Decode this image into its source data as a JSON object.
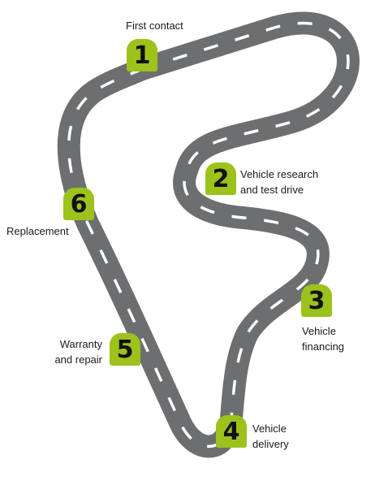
{
  "colors": {
    "road": "#6d6e70",
    "lane_marking": "#ffffff",
    "milestone": "#9cc21c",
    "text": "#1a1a1a"
  },
  "stages": [
    {
      "number": "1",
      "label_lines": [
        "First contact"
      ]
    },
    {
      "number": "2",
      "label_lines": [
        "Vehicle research",
        "and test drive"
      ]
    },
    {
      "number": "3",
      "label_lines": [
        "Vehicle",
        "financing"
      ]
    },
    {
      "number": "4",
      "label_lines": [
        "Vehicle",
        "delivery"
      ]
    },
    {
      "number": "5",
      "label_lines": [
        "Warranty",
        "and repair"
      ]
    },
    {
      "number": "6",
      "label_lines": [
        "Replacement"
      ]
    }
  ]
}
